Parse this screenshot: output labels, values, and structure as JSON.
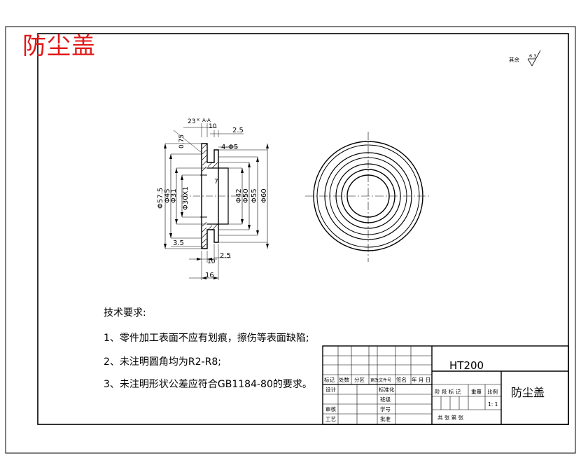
{
  "title": "防尘盖",
  "surface_note": {
    "label": "其余",
    "roughness": "6.3"
  },
  "section_label": "A-A",
  "dimensions": {
    "chamfer": "23",
    "chamfer_unit": "×",
    "d_075": "0.75",
    "d_10_top": "10",
    "d_25_top": "2.5",
    "holes": "4-Φ5",
    "d_575": "Φ57.5",
    "d_45": "Φ45",
    "d_31": "Φ31",
    "d_30": "Φ30X1",
    "d_42": "Φ42",
    "d_50": "Φ50",
    "d_55": "Φ55",
    "d_60": "Φ60",
    "d_7": "7",
    "d_35": "3.5",
    "d_10_bot": "10",
    "d_25_bot": "2.5",
    "d_16": "16"
  },
  "tech_requirements": {
    "title": "技术要求:",
    "items": [
      "1、零件加工表面不应有划痕，擦伤等表面缺陷;",
      "2、未注明圆角均为R2-R8;",
      "3、未注明形状公差应符合GB1184-80的要求。"
    ]
  },
  "title_block": {
    "material": "HT200",
    "part_name": "防尘盖",
    "row_labels": {
      "biaoji": "标记",
      "chushu": "处数",
      "fenqu": "分区",
      "gengai": "更改文件号",
      "qianming": "签名",
      "nianyueri": "年 月 日",
      "sheji": "设计",
      "biaozhunhua": "标准化",
      "shenhe": "审核",
      "gongyi": "工艺",
      "pizhun": "批准",
      "jiexiao": "班级",
      "xuehao": "学号"
    },
    "stage_header": "阶 段 标 记",
    "weight_header": "重量",
    "scale_header": "比例",
    "scale_value": "1: 1",
    "sheets": "共    张  第    张"
  }
}
